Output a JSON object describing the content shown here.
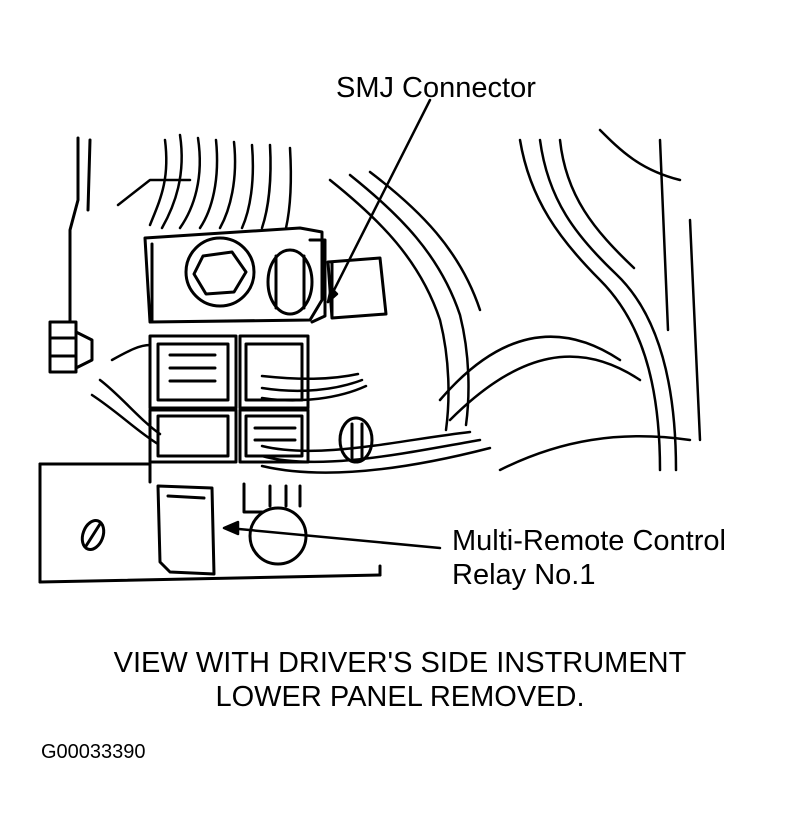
{
  "callouts": {
    "smj_connector": "SMJ Connector",
    "relay_line1": "Multi-Remote Control",
    "relay_line2": "Relay No.1"
  },
  "caption": {
    "line1": "VIEW WITH DRIVER'S SIDE INSTRUMENT",
    "line2": "LOWER PANEL REMOVED."
  },
  "figure_id": "G00033390",
  "colors": {
    "ink": "#000000",
    "paper": "#ffffff"
  }
}
